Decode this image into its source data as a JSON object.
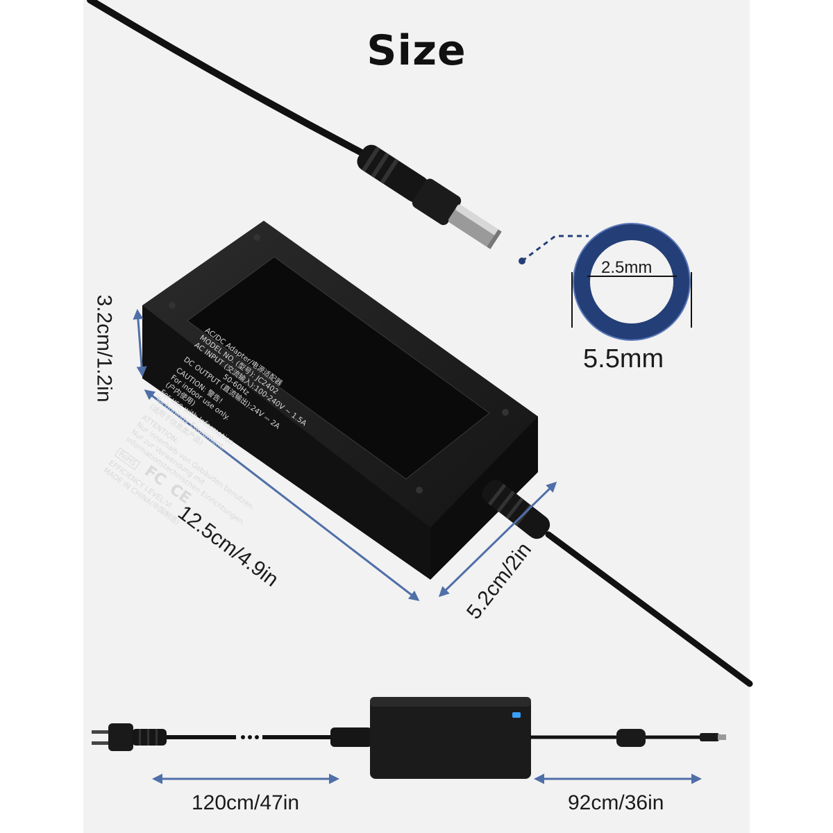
{
  "title": "Size",
  "dimensions": {
    "height": "3.2cm/1.2in",
    "length": "12.5cm/4.9in",
    "width": "5.2cm/2in",
    "inner_diameter": "2.5mm",
    "outer_diameter": "5.5mm",
    "ac_cord": "120cm/47in",
    "dc_cord": "92cm/36in"
  },
  "label": {
    "line1": "AC/DC Adapter/电源适配器",
    "line2": "MODEL NO. (型号): JC2402",
    "line3": "AC INPUT (交流输入):100-240V ~ 1.5A",
    "line4": "50-60Hz",
    "line5": "DC OUTPUT (直流输出):24V ⎓ 2A",
    "caution1": "CAUTION: 警告!",
    "caution2": "For indoor use only.",
    "caution3": "(户内使用)",
    "caution4": "For use with Information",
    "caution5": "Technology Equipment.",
    "caution6": "(适用于信息类产品)",
    "attention1": "ATTENTION:",
    "attention2": "Nur innerhalb von Gebäuden benutzen.",
    "attention3": "Nur zur Verwendung mit",
    "attention4": "informationstechnischen Einrichtungen.",
    "efficiency": "EFFICIENCY LEVEL:Ⅵ",
    "made_in": "MADE IN CHINA(中国制造)",
    "rohs": "RoHS",
    "ce": "CE",
    "fc": "FC"
  },
  "colors": {
    "panel": "#f2f2f2",
    "arrow": "#4f6fa8",
    "ring": "#243f78",
    "adapter": "#1e1e1e",
    "led": "#3aa0ff"
  }
}
